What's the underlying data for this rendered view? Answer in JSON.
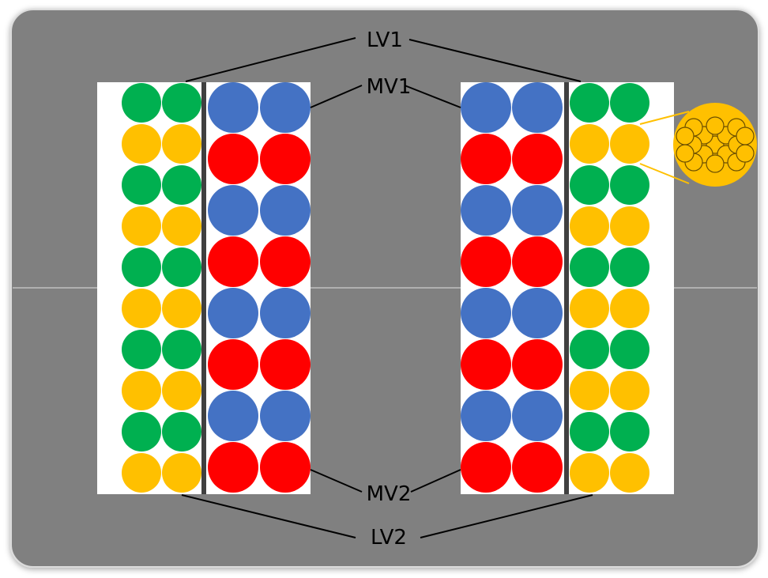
{
  "labels": {
    "lv1": "LV1",
    "mv1": "MV1",
    "mv2": "MV2",
    "lv2": "LV2"
  },
  "colors": {
    "frame": "#808080",
    "panel": "#ffffff",
    "green": "#00b050",
    "yellow": "#ffc000",
    "blue": "#4472c4",
    "red": "#ff0000",
    "separator": "#404040",
    "lines": "#000000"
  },
  "structure": {
    "small_rows": 10,
    "large_rows": 8,
    "small_pattern": [
      "green",
      "yellow"
    ],
    "large_pattern": [
      "blue",
      "red"
    ],
    "magnified_row_index": 1,
    "magnified_cell_count": 17
  }
}
